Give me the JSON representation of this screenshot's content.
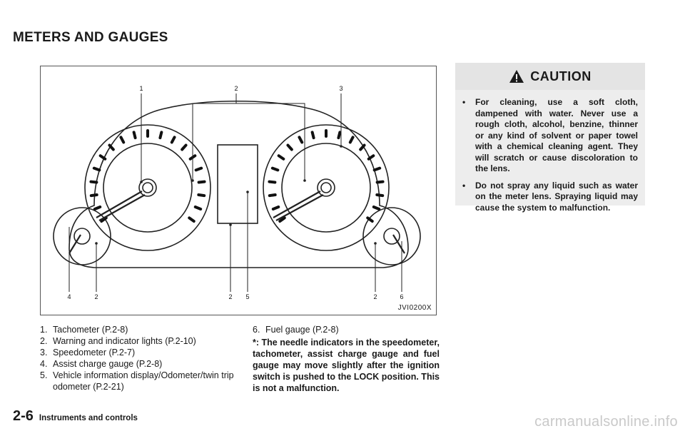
{
  "page": {
    "heading": "METERS AND GAUGES",
    "page_number": "2-6",
    "section": "Instruments and controls",
    "watermark": "carmanualsonline.info"
  },
  "figure": {
    "code": "JVI0200X",
    "callouts_top": [
      "1",
      "2",
      "3"
    ],
    "callouts_bottom": [
      "4",
      "2",
      "2",
      "5",
      "2",
      "6"
    ]
  },
  "legend": [
    {
      "num": "1.",
      "text": "Tachometer (P.2-8)"
    },
    {
      "num": "2.",
      "text": "Warning and indicator lights (P.2-10)"
    },
    {
      "num": "3.",
      "text": "Speedometer (P.2-7)"
    },
    {
      "num": "4.",
      "text": "Assist charge gauge (P.2-8)"
    },
    {
      "num": "5.",
      "text": "Vehicle information display/Odometer/twin trip odometer (P.2-21)"
    }
  ],
  "legend_right": {
    "num": "6.",
    "text": "Fuel gauge (P.2-8)"
  },
  "note": "*: The needle indicators in the speedometer, tachometer, assist charge gauge and fuel gauge may move slightly after the ignition switch is pushed to the LOCK position. This is not a malfunction.",
  "caution": {
    "title": "CAUTION",
    "items": [
      "For cleaning, use a soft cloth, dampened with water. Never use a rough cloth, alcohol, benzine, thinner or any kind of solvent or paper towel with a chemical cleaning agent. They will scratch or cause discoloration to the lens.",
      "Do not spray any liquid such as water on the meter lens. Spraying liquid may cause the system to malfunction."
    ],
    "bullet": "•"
  }
}
